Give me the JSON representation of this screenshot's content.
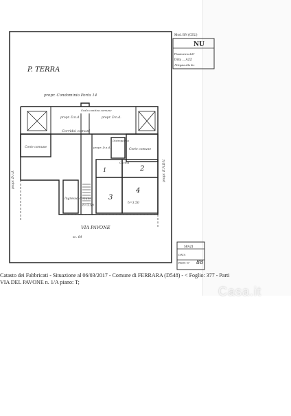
{
  "header": {
    "code_stamp": "Mod. BN (CEU)",
    "title": "NU",
    "sheet_lines": [
      "Planimetria dell'",
      "Ditta ....AZZ",
      "Allegata alla dic"
    ]
  },
  "plan": {
    "city": "P. TERRA",
    "north_neighbor": "propr. Condominio Porta 14",
    "left_neighbor": "propr. D.r.d.",
    "right_neighbor": "propr. E.N.D.V.",
    "middle_neighbor": "propr. D.n.d.",
    "top_left_neighbor": "propr. D.n.d.",
    "top_right_neighbor": "propr. D.n.d.",
    "left_courtyard": "Corte comune",
    "right_courtyard": "Corte comune",
    "corridor": "Corridoi comuni",
    "common_space": "Scala cantina comune",
    "cellar": "Ingresso comune",
    "disimpegno": "Disimpegno",
    "cucina": "Cucina",
    "room_numbers": [
      "1",
      "2",
      "3",
      "4"
    ],
    "heights": [
      "h=3.50",
      "h=3.50"
    ],
    "street_label": "VIA PAVONE",
    "scale_text": "sc. 64"
  },
  "right_box": {
    "title": "SPAZI",
    "lines": [
      "DATA",
      "PROT. N°"
    ],
    "number": "88"
  },
  "footer": {
    "line1": "Catasto dei Fabbricati - Situazione al 06/03/2017 - Comune di FERRARA (D548) - < Foglio: 377 - Parti",
    "line2": "VIA DEL PAVONE n. 1/A piano: T;"
  },
  "watermark": "Casa.it"
}
